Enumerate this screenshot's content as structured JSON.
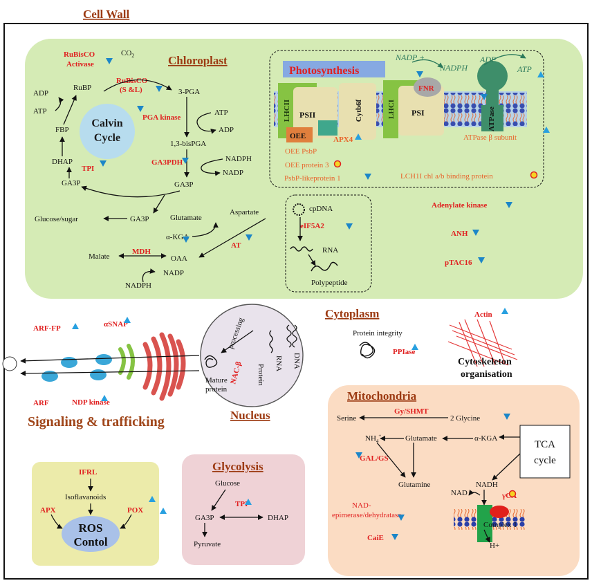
{
  "sections": {
    "cell_wall": "Cell Wall",
    "chloroplast": "Chloroplast",
    "photosynthesis": "Photosynthesis",
    "cytoplasm": "Cytoplasm",
    "mitochondria": "Mitochondria",
    "nucleus": "Nucleus",
    "glycolysis": "Glycolysis",
    "signaling": "Signaling & trafficking"
  },
  "calvin": {
    "title_line1": "Calvin",
    "title_line2": "Cycle",
    "co2": "CO",
    "co2_sub": "2",
    "rubisco_activase_1": "RuBisCO",
    "rubisco_activase_2": "Activase",
    "rubisco_1": "RuBisCO",
    "rubisco_2": "(S &L)",
    "pga3": "3-PGA",
    "atp1": "ATP",
    "adp1": "ADP",
    "pga_kinase": "PGA kinase",
    "bispga": "1,3-bisPGA",
    "nadph1": "NADPH",
    "nadp1": "NADP",
    "ga3pdh": "GA3PDH",
    "ga3p_right": "GA3P",
    "ga3p_left": "GA3P",
    "ga3p_out": "GA3P",
    "rubp": "RuBP",
    "adp_left": "ADP",
    "atp_left": "ATP",
    "fbp": "FBP",
    "dhap": "DHAP",
    "tpi": "TPI",
    "glucose_sugar": "Glucose/sugar"
  },
  "amino": {
    "glutamate": "Glutamate",
    "aspartate": "Aspartate",
    "akga": "α-KGA",
    "at": "AT",
    "malate": "Malate",
    "mdh": "MDH",
    "oaa": "OAA",
    "nadp": "NADP",
    "nadph": "NADPH"
  },
  "cpdna_box": {
    "cpdna": "cpDNA",
    "eif": "eIF5A2",
    "rna": "RNA",
    "polypeptide": "Polypeptide"
  },
  "photo": {
    "lhcii": "LHCII",
    "psii": "PSII",
    "oee": "OEE",
    "cyt": "Cytb6f",
    "lhci": "LHCI",
    "psi": "PSI",
    "fnr": "FNR",
    "atpase": "ATPase",
    "nadp_plus": "NADP +",
    "nadph": "NADPH",
    "adp": "ADP",
    "atp": "ATP",
    "apx4": "APX4",
    "oee_psbp": "OEE PsbP",
    "oee_protein3": "OEE protein 3",
    "psbp_like": "PsbP-likeprotein 1",
    "atpase_beta": "ATPase β subunit",
    "lchii": "LCH1I chl a/b binding protein"
  },
  "chloro_right": {
    "adenylate_kinase": "Adenylate kinase",
    "anh": "ANH",
    "ptac16": "pTAC16"
  },
  "cytoplasm": {
    "protein_integrity": "Protein integrity",
    "ppiase": "PPIase",
    "actin": "Actin",
    "cytoskeleton_1": "Cytoskeleton",
    "cytoskeleton_2": "organisation"
  },
  "nucleus_labels": {
    "processing": "processing",
    "nac": "NAC-β",
    "protein": "Protein",
    "rna": "RNA",
    "dna": "DNA",
    "mature_1": "Mature",
    "mature_2": "protein"
  },
  "signaling_labels": {
    "arf_fp": "ARF-FP",
    "asnap": "αSNAP",
    "arf": "ARF",
    "ndp_kinase": "NDP kinase"
  },
  "mito": {
    "serine": "Serine",
    "gy_shmt": "Gy/SHMT",
    "glycine": "2 Glycine",
    "nh4": "NH",
    "nh4_sub": "4",
    "nh4_sup": "+",
    "glutamate": "Glutamate",
    "akga": "α-KGA",
    "gal_gs": "GAL/GS",
    "glutamine": "Glutamine",
    "tca_1": "TCA",
    "tca_2": "cycle",
    "nadh": "NADH",
    "nad": "NAD",
    "gca": "γCA",
    "nad_epi_1": "NAD-",
    "nad_epi_2": "epimerase/dehydratase",
    "complex": "Complex 1",
    "h_plus": "H+",
    "caie": "CaiE"
  },
  "ros": {
    "ifrl": "IFRL",
    "isoflavanoids": "Isoflavanoids",
    "apx": "APX",
    "pox": "POX",
    "title_1": "ROS",
    "title_2": "Contol"
  },
  "glyco": {
    "glucose": "Glucose",
    "tpi": "TPI",
    "ga3p": "GA3P",
    "dhap": "DHAP",
    "pyruvate": "Pyruvate"
  },
  "colors": {
    "chloroplast_fill": "#d5ebb5",
    "mito_fill": "#fbdcc3",
    "ros_fill": "#ecebaa",
    "glyco_fill": "#efd2d6",
    "nucleus_fill": "#e9e3ec",
    "accent_red": "#e02020",
    "section_brown": "#9c3a12",
    "down_marker": "#1c86c8",
    "up_marker": "#28a0e0"
  }
}
